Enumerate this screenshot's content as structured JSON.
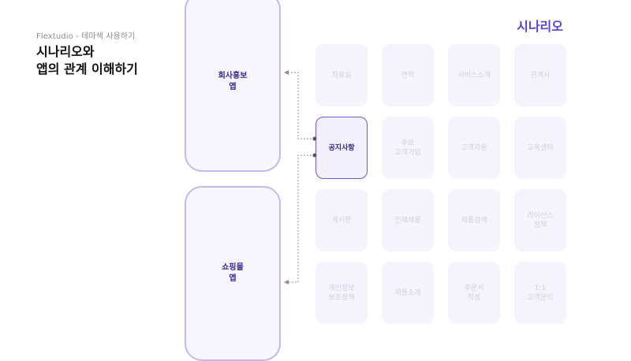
{
  "header": {
    "brand": "Flextudio - 테마색 사용하기",
    "title_line1": "시나리오와",
    "title_line2": "앱의 관계 이해하기",
    "section": "시나리오"
  },
  "apps": [
    {
      "line1": "회사홍보",
      "line2": "앱"
    },
    {
      "line1": "쇼핑몰",
      "line2": "앱"
    }
  ],
  "scenarios": [
    {
      "line1": "자료실",
      "line2": ""
    },
    {
      "line1": "연혁",
      "line2": ""
    },
    {
      "line1": "서비스소개",
      "line2": ""
    },
    {
      "line1": "관계사",
      "line2": ""
    },
    {
      "line1": "공지사항",
      "line2": "",
      "active": true
    },
    {
      "line1": "주요",
      "line2": "고객기업"
    },
    {
      "line1": "고객지원",
      "line2": ""
    },
    {
      "line1": "교육센터",
      "line2": ""
    },
    {
      "line1": "게시판",
      "line2": ""
    },
    {
      "line1": "인재채용",
      "line2": ""
    },
    {
      "line1": "제품검색",
      "line2": ""
    },
    {
      "line1": "라이선스",
      "line2": "정책"
    },
    {
      "line1": "개인정보",
      "line2": "보호정책"
    },
    {
      "line1": "제품소개",
      "line2": ""
    },
    {
      "line1": "주문서",
      "line2": "작성"
    },
    {
      "line1": "1:1",
      "line2": "고객문의"
    }
  ],
  "colors": {
    "accent": "#5b43c9",
    "app_border": "#c3b8ec",
    "tile_bg": "#f5f4fc",
    "active_border": "#6d5bd0"
  }
}
